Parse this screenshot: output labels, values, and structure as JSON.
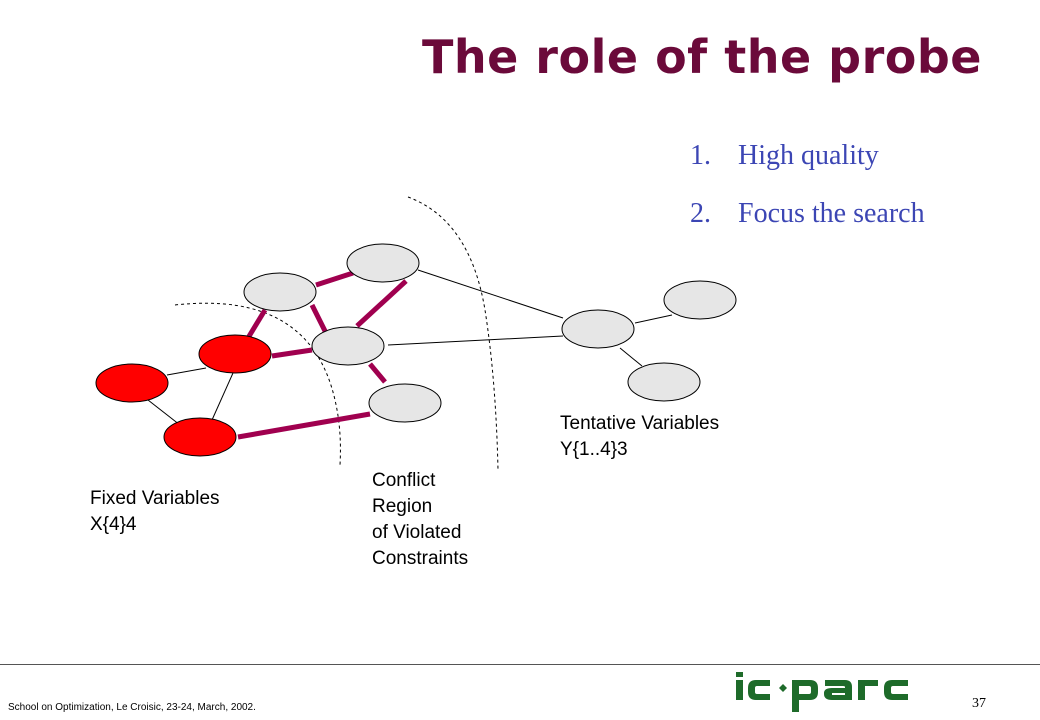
{
  "slide": {
    "title": "The role of the probe",
    "points": [
      {
        "num": "1.",
        "text": "High quality"
      },
      {
        "num": "2.",
        "text": "Focus the search"
      }
    ]
  },
  "labels": {
    "fixed": [
      "Fixed Variables",
      "X{4}4"
    ],
    "conflict": [
      "Conflict",
      "Region",
      "of Violated",
      "Constraints"
    ],
    "tentative": [
      "Tentative Variables",
      "Y{1..4}3"
    ]
  },
  "colors": {
    "title": "#6b0a3a",
    "points": "#3c46b4",
    "fixed_node": "#ff0000",
    "free_node": "#e6e6e6",
    "violated_edge": "#a0004f"
  },
  "footer": {
    "text": "School on Optimization,  Le Croisic, 23-24, March, 2002.",
    "page": "37"
  }
}
